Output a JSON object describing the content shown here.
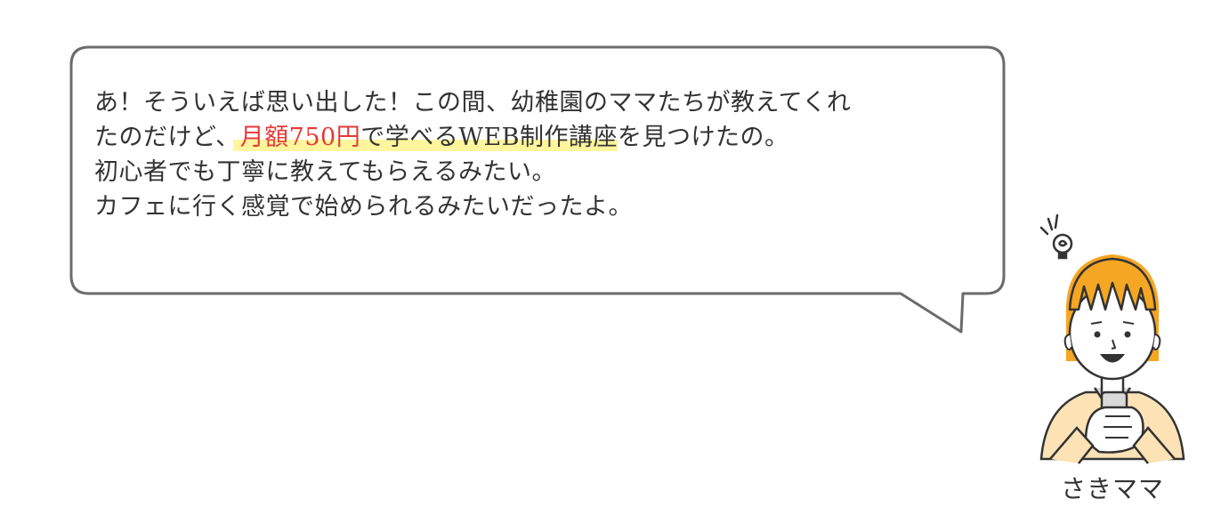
{
  "speech": {
    "line1": "あ！そういえば思い出した！この間、幼稚園のママたちが教えてくれ",
    "line2_prefix": "たのだけど、",
    "line2_red_a": "月額",
    "line2_red_num": "750",
    "line2_red_b": "円",
    "line2_hl_a": "で学べる",
    "line2_hl_web": "WEB",
    "line2_hl_b": "制作講座",
    "line2_suffix": "を見つけたの。",
    "line3": "初心者でも丁寧に教えてもらえるみたい。",
    "line4": "カフェに行く感覚で始められるみたいだったよ。"
  },
  "speaker": {
    "name": "さきママ",
    "avatar_icon": "woman-with-idea-icon"
  },
  "colors": {
    "bubble_border": "#6b6b6b",
    "highlight": "#fff59d",
    "accent_red": "#e53935",
    "hair": "#f5a623",
    "shirt": "#fde2b5"
  }
}
